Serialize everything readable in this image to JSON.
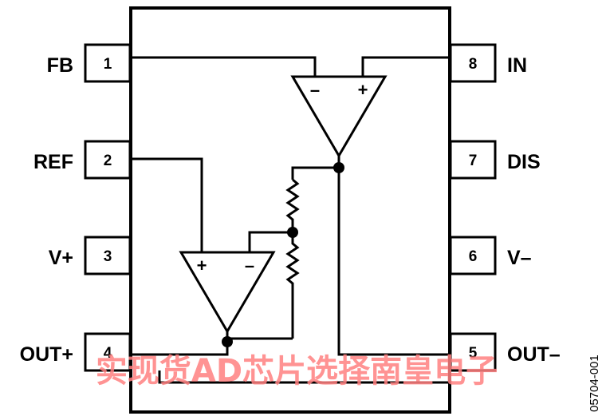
{
  "pins": [
    {
      "number": "1",
      "label": "FB"
    },
    {
      "number": "2",
      "label": "REF"
    },
    {
      "number": "3",
      "label": "V+"
    },
    {
      "number": "4",
      "label": "OUT+"
    },
    {
      "number": "5",
      "label": "OUT–"
    },
    {
      "number": "6",
      "label": "V–"
    },
    {
      "number": "7",
      "label": "DIS"
    },
    {
      "number": "8",
      "label": "IN"
    }
  ],
  "amplifiers": {
    "top": {
      "left_sign": "–",
      "right_sign": "+"
    },
    "bottom": {
      "left_sign": "+",
      "right_sign": "–"
    }
  },
  "figure_id": "05704-001",
  "watermark": "实现货AD芯片选择南皇电子",
  "colors": {
    "line": "#000000",
    "watermark": "#ff8080"
  }
}
